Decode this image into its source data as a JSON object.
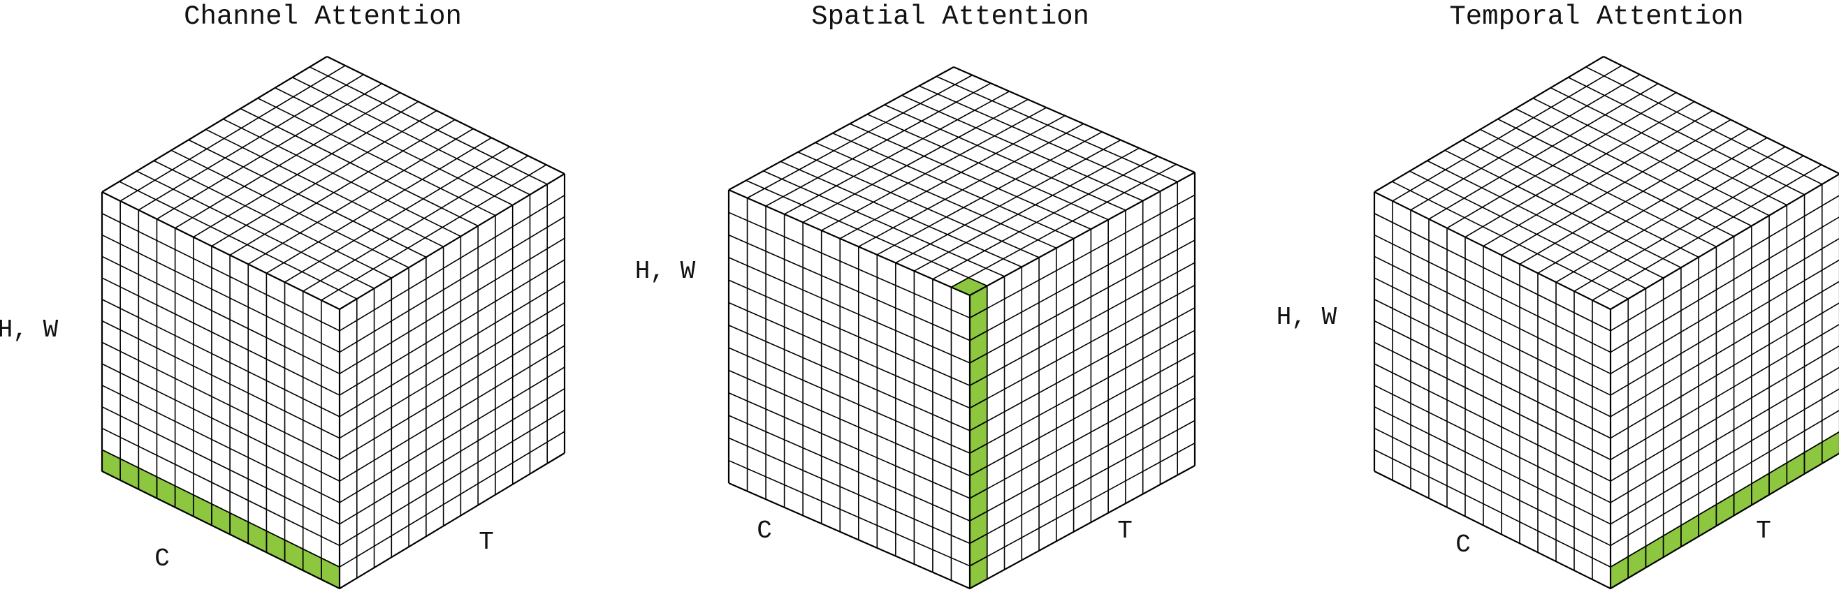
{
  "colors": {
    "highlight": "#8dc63f",
    "line": "#000000",
    "background": "#ffffff"
  },
  "grid_divisions": 13,
  "panels": [
    {
      "title": "Channel Attention",
      "labels": {
        "hw": "H, W",
        "c": "C",
        "t": "T"
      },
      "highlight": "channel"
    },
    {
      "title": "Spatial Attention",
      "labels": {
        "hw": "H, W",
        "c": "C",
        "t": "T"
      },
      "highlight": "spatial"
    },
    {
      "title": "Temporal Attention",
      "labels": {
        "hw": "H, W",
        "c": "C",
        "t": "T"
      },
      "highlight": "temporal"
    }
  ]
}
